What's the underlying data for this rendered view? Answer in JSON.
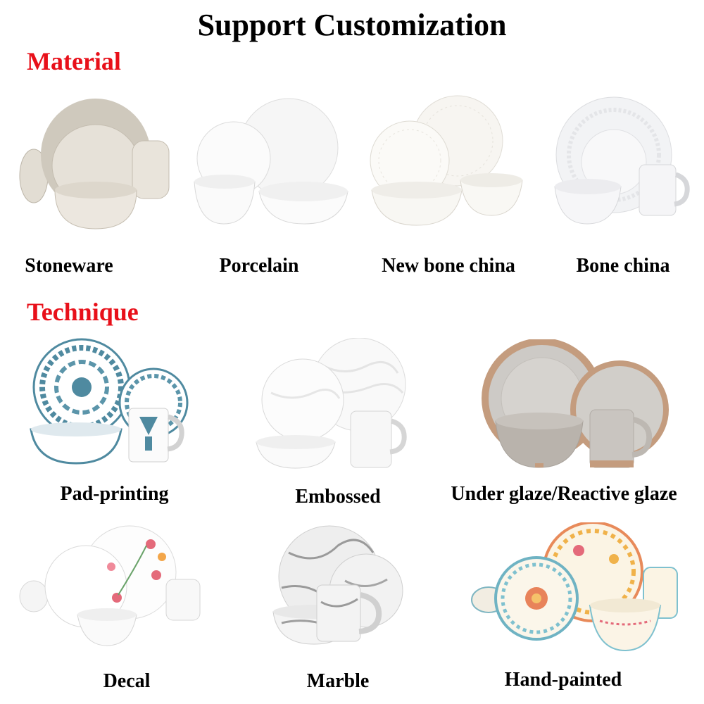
{
  "title": "Support Customization",
  "sections": {
    "material": "Material",
    "technique": "Technique"
  },
  "items": {
    "stoneware": "Stoneware",
    "porcelain": "Porcelain",
    "new_bone_china": "New bone china",
    "bone_china": "Bone china",
    "pad_printing": "Pad-printing",
    "embossed": "Embossed",
    "under_glaze": "Under glaze/Reactive glaze",
    "decal": "Decal",
    "marble": "Marble",
    "hand_painted": "Hand-painted"
  },
  "colors": {
    "section_red": "#e8101a",
    "stoneware_beige": "#cfc9bd",
    "pad_print_blue": "#4f8aa0",
    "reactive_grey": "#c9c6c2",
    "clay_rim": "#c49c7e",
    "marble_vein": "#9a9a9a",
    "floral_pink": "#e46a7a"
  }
}
